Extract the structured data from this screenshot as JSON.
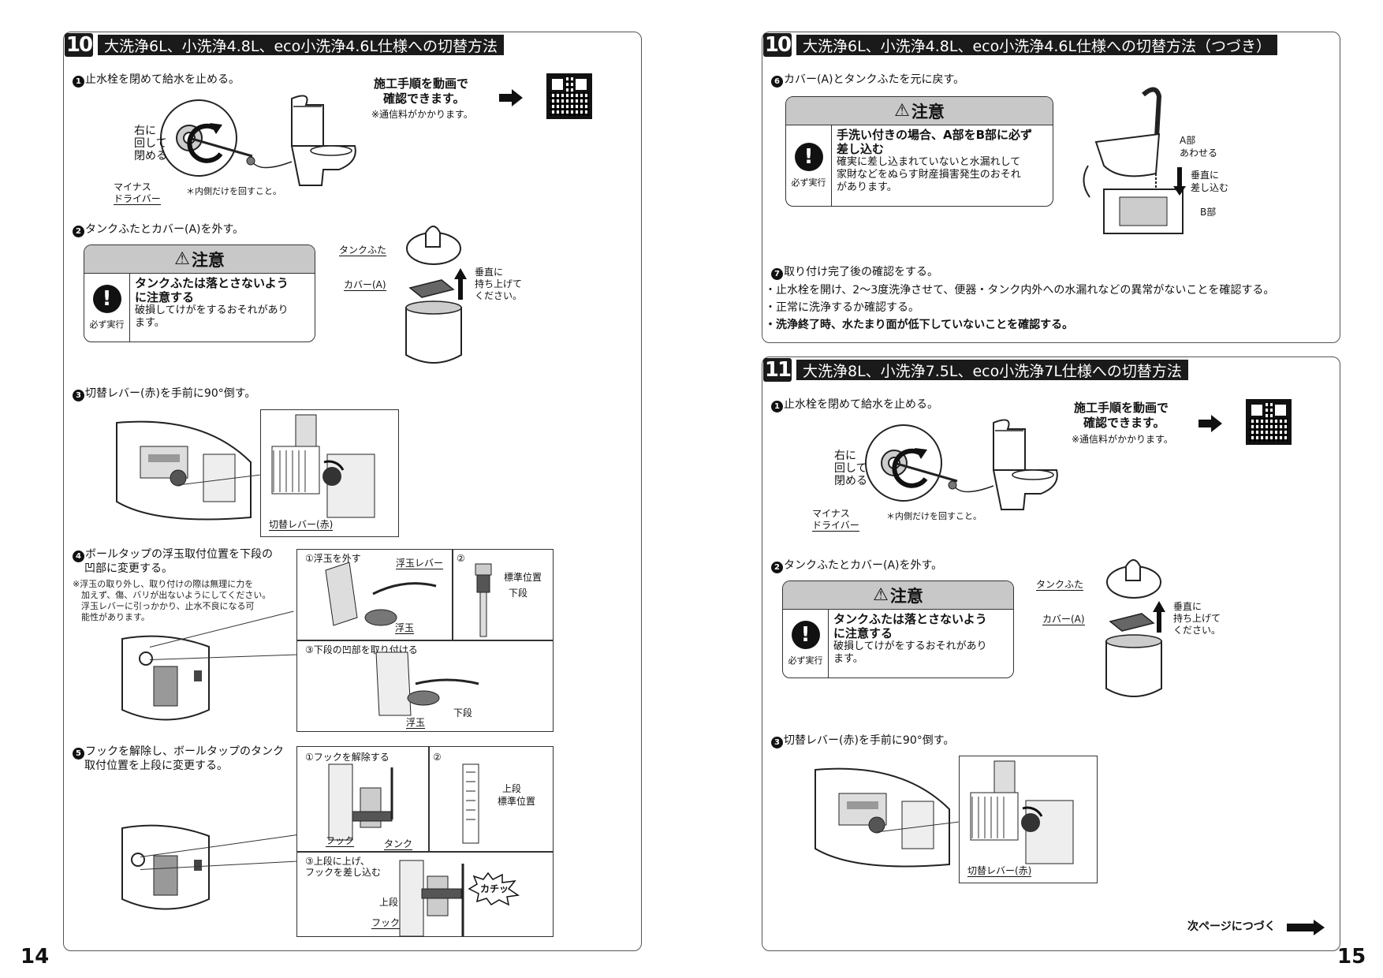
{
  "left": {
    "section_number": "10",
    "section_title": "大洗浄6L、小洗浄4.8L、eco小洗浄4.6L仕様への切替方法",
    "step1": {
      "num": "1",
      "text": "止水栓を閉めて給水を止める。"
    },
    "step1_labels": {
      "turn": "右に\n回して\n閉める",
      "driver_1": "マイナス",
      "driver_2": "ドライバー",
      "note": "＊内側だけを回すこと。"
    },
    "video": {
      "line1": "施工手順を動画で",
      "line2": "確認できます。",
      "fee": "※通信料がかかります。"
    },
    "step2": {
      "num": "2",
      "text": "タンクふたとカバー(A)を外す。"
    },
    "caution": {
      "title": "注意",
      "must": "必ず実行",
      "bold": "タンクふたは落とさないよう\nに注意する",
      "plain": "破損してけがをするおそれがあり\nます。"
    },
    "step2_labels": {
      "lid": "タンクふた",
      "cover": "カバー(A)",
      "lift": "垂直に\n持ち上げて\nください。"
    },
    "step3": {
      "num": "3",
      "text": "切替レバー(赤)を手前に90°倒す。"
    },
    "step3_label": "切替レバー(赤)",
    "step4": {
      "num": "4",
      "text1": "ボールタップの浮玉取付位置を下段の",
      "text2": "凹部に変更する。"
    },
    "step4_note": "※浮玉の取り外し、取り付けの際は無理に力を\n　加えず、傷、バリが出ないようにしてください。\n　浮玉レバーに引っかかり、止水不良になる可\n　能性があります。",
    "step4_fig": {
      "p1": "①浮玉を外す",
      "float_lever": "浮玉レバー",
      "float": "浮玉",
      "p2": "②",
      "standard": "標準位置",
      "lower": "下段",
      "p3": "③下段の凹部を取り付ける",
      "float2": "浮玉",
      "lower2": "下段"
    },
    "step5": {
      "num": "5",
      "text1": "フックを解除し、ボールタップのタンク",
      "text2": "取付位置を上段に変更する。"
    },
    "step5_fig": {
      "p1": "①フックを解除する",
      "hook": "フック",
      "tank": "タンク",
      "p2": "②",
      "upper": "上段",
      "standard": "標準位置",
      "p3": "③上段に上げ、\nフックを差し込む",
      "upper2": "上段",
      "hook2": "フック",
      "click": "カチッ"
    },
    "page_number": "14"
  },
  "right": {
    "section_number": "10",
    "section_title": "大洗浄6L、小洗浄4.8L、eco小洗浄4.6L仕様への切替方法（つづき）",
    "step6": {
      "num": "6",
      "text": "カバー(A)とタンクふたを元に戻す。"
    },
    "caution": {
      "title": "注意",
      "must": "必ず実行",
      "bold": "手洗い付きの場合、A部をB部に必ず\n差し込む",
      "plain": "確実に差し込まれていないと水漏れして\n家財などをぬらす財産損害発生のおそれ\nがあります。"
    },
    "step6_labels": {
      "a_part": "A部\nあわせる",
      "insert": "垂直に\n差し込む",
      "b_part": "B部"
    },
    "step7": {
      "num": "7",
      "text": "取り付け完了後の確認をする。"
    },
    "checks": [
      "・止水栓を開け、2〜3度洗浄させて、便器・タンク内外への水漏れなどの異常がないことを確認する。",
      "・正常に洗浄するか確認する。",
      "・洗浄終了時、水たまり面が低下していないことを確認する。"
    ],
    "section2_number": "11",
    "section2_title": "大洗浄8L、小洗浄7.5L、eco小洗浄7L仕様への切替方法",
    "s2_step1": {
      "num": "1",
      "text": "止水栓を閉めて給水を止める。"
    },
    "s2_step1_labels": {
      "turn": "右に\n回して\n閉める",
      "driver_1": "マイナス",
      "driver_2": "ドライバー",
      "note": "＊内側だけを回すこと。"
    },
    "video": {
      "line1": "施工手順を動画で",
      "line2": "確認できます。",
      "fee": "※通信料がかかります。"
    },
    "s2_step2": {
      "num": "2",
      "text": "タンクふたとカバー(A)を外す。"
    },
    "caution2": {
      "title": "注意",
      "must": "必ず実行",
      "bold": "タンクふたは落とさないよう\nに注意する",
      "plain": "破損してけがをするおそれがあり\nます。"
    },
    "s2_step2_labels": {
      "lid": "タンクふた",
      "cover": "カバー(A)",
      "lift": "垂直に\n持ち上げて\nください。"
    },
    "s2_step3": {
      "num": "3",
      "text": "切替レバー(赤)を手前に90°倒す。"
    },
    "s2_step3_label": "切替レバー(赤)",
    "next_page": "次ページにつづく",
    "page_number": "15"
  }
}
